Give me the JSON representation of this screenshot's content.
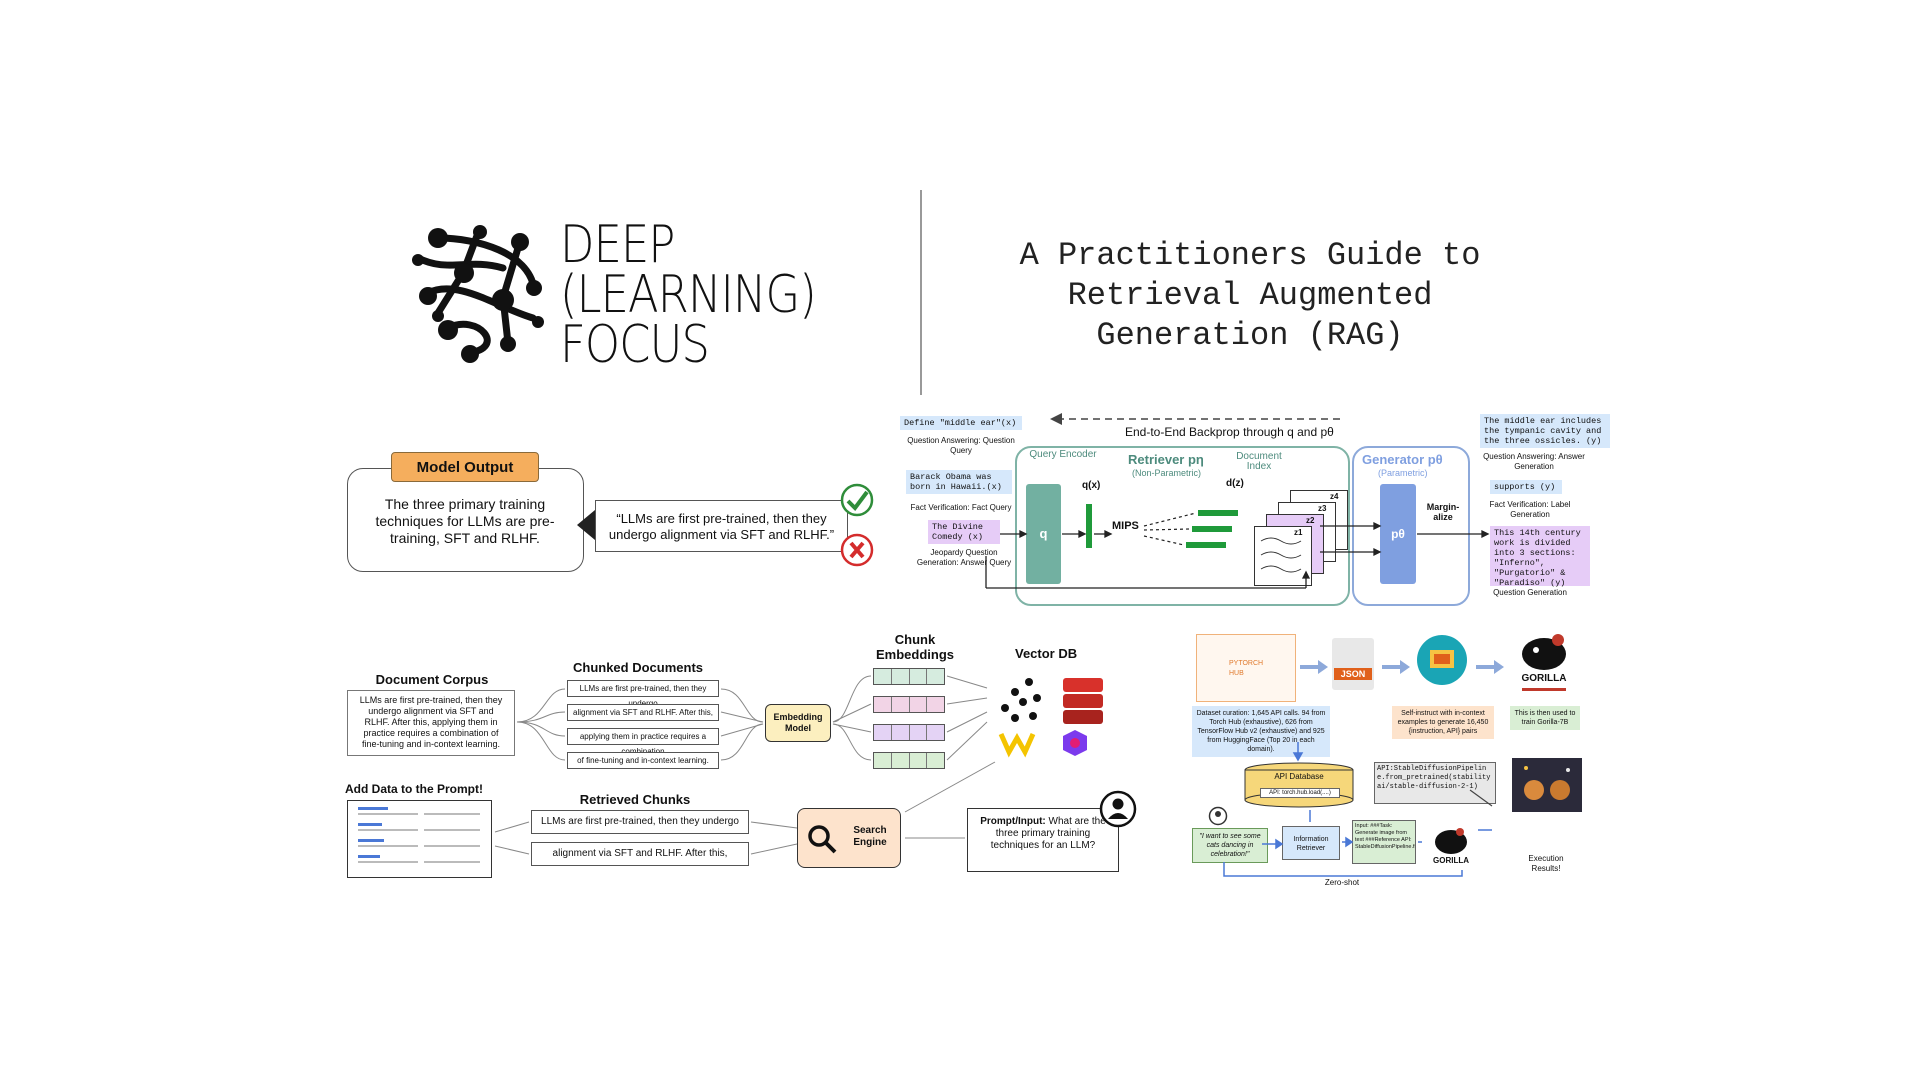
{
  "logo": {
    "line1": "DEEP",
    "line2": "(LEARNING)",
    "line3": "FOCUS"
  },
  "title": {
    "line1": "A Practitioners Guide to",
    "line2": "Retrieval Augmented",
    "line3": "Generation (RAG)"
  },
  "model_output": {
    "header": "Model Output",
    "body": "The three primary training techniques for LLMs are pre-training, SFT and RLHF.",
    "quote": "“LLMs are first pre-trained, then they undergo alignment via SFT and RLHF.”"
  },
  "rag": {
    "backprop": "End-to-End Backprop through q and pθ",
    "q1": "Define \"middle ear\"(x)",
    "q1_label": "Question Answering: Question Query",
    "q2": "Barack Obama was born in Hawaii.(x)",
    "q2_label": "Fact Verification: Fact Query",
    "q3": "The Divine Comedy (x)",
    "q3_label": "Jeopardy Question Generation: Answer Query",
    "query_encoder": "Query Encoder",
    "q": "q",
    "qx": "q(x)",
    "retriever": "Retriever pη",
    "non_param": "(Non-Parametric)",
    "doc_index": "Document Index",
    "dz": "d(z)",
    "mips": "MIPS",
    "z1": "z1",
    "z2": "z2",
    "z3": "z3",
    "z4": "z4",
    "generator": "Generator pθ",
    "param": "(Parametric)",
    "ptheta": "pθ",
    "marginalize": "Margin-alize",
    "a1": "The middle ear includes the tympanic cavity and the three ossicles. (y)",
    "a1_label": "Question Answering: Answer Generation",
    "a2": "supports (y)",
    "a2_label": "Fact Verification: Label Generation",
    "a3": "This 14th century work is divided into 3 sections: \"Inferno\", \"Purgatorio\" & \"Paradiso\" (y)",
    "a3_label": "Question Generation"
  },
  "pipeline": {
    "corpus_title": "Document Corpus",
    "corpus_text": "LLMs are first pre-trained, then they undergo alignment via SFT and RLHF. After this, applying them in practice requires a combination of fine-tuning and in-context learning.",
    "chunked_title": "Chunked Documents",
    "chunks": [
      "LLMs are first pre-trained, then they undergo",
      "alignment via SFT and RLHF. After this,",
      "applying them in practice requires a combination",
      "of fine-tuning and in-context learning."
    ],
    "embedding_model": "Embedding Model",
    "chunk_emb_title": "Chunk Embeddings",
    "vector_db": "Vector DB",
    "add_data": "Add Data to the Prompt!",
    "retrieved_title": "Retrieved Chunks",
    "retrieved": [
      "LLMs are first pre-trained, then they undergo",
      "alignment via SFT and RLHF. After this,"
    ],
    "search_engine": "Search Engine",
    "prompt_label": "Prompt/Input:",
    "prompt_text": "What are the three primary training techniques for an LLM?"
  },
  "gorilla": {
    "hub": "PYTORCH HUB",
    "json": "JSON",
    "gorilla": "GORILLA",
    "curation": "Dataset curation: 1,645 API calls. 94 from Torch Hub (exhaustive), 626 from TensorFlow Hub v2 (exhaustive) and 925 from HuggingFace (Top 20 in each domain).",
    "selfinstruct": "Self-instruct with in-context examples to generate 16,450 {instruction, API} pairs",
    "train": "This is then used to train Gorilla-7B",
    "api_db": "API Database",
    "api_db_item": "API: torch.hub.load(....)",
    "api_call": "API:StableDiffusionPipeline.from_pretrained(stabilityai/stable-diffusion-2-1)",
    "user_quote": "\"I want to see some cats dancing in celebration!\"",
    "info_retriever": "Information Retriever",
    "input_text": "Input: ###Task: Generate image from text ###Reference API: StableDiffusionPipeline.from_pretrained(...)",
    "zero_shot": "Zero-shot",
    "exec": "Execution Results!"
  },
  "colors": {
    "orange": "#f5ae5d",
    "teal_border": "#7fb3a6",
    "teal_fill": "#72b0a1",
    "blue_border": "#8da9da",
    "blue_fill": "#7f9fe0",
    "green_bar": "#1f9a3a",
    "purple": "#e6ccf7",
    "lightblue": "#d6e8fb",
    "check": "#2f8d3a",
    "cross": "#d42c2c"
  }
}
